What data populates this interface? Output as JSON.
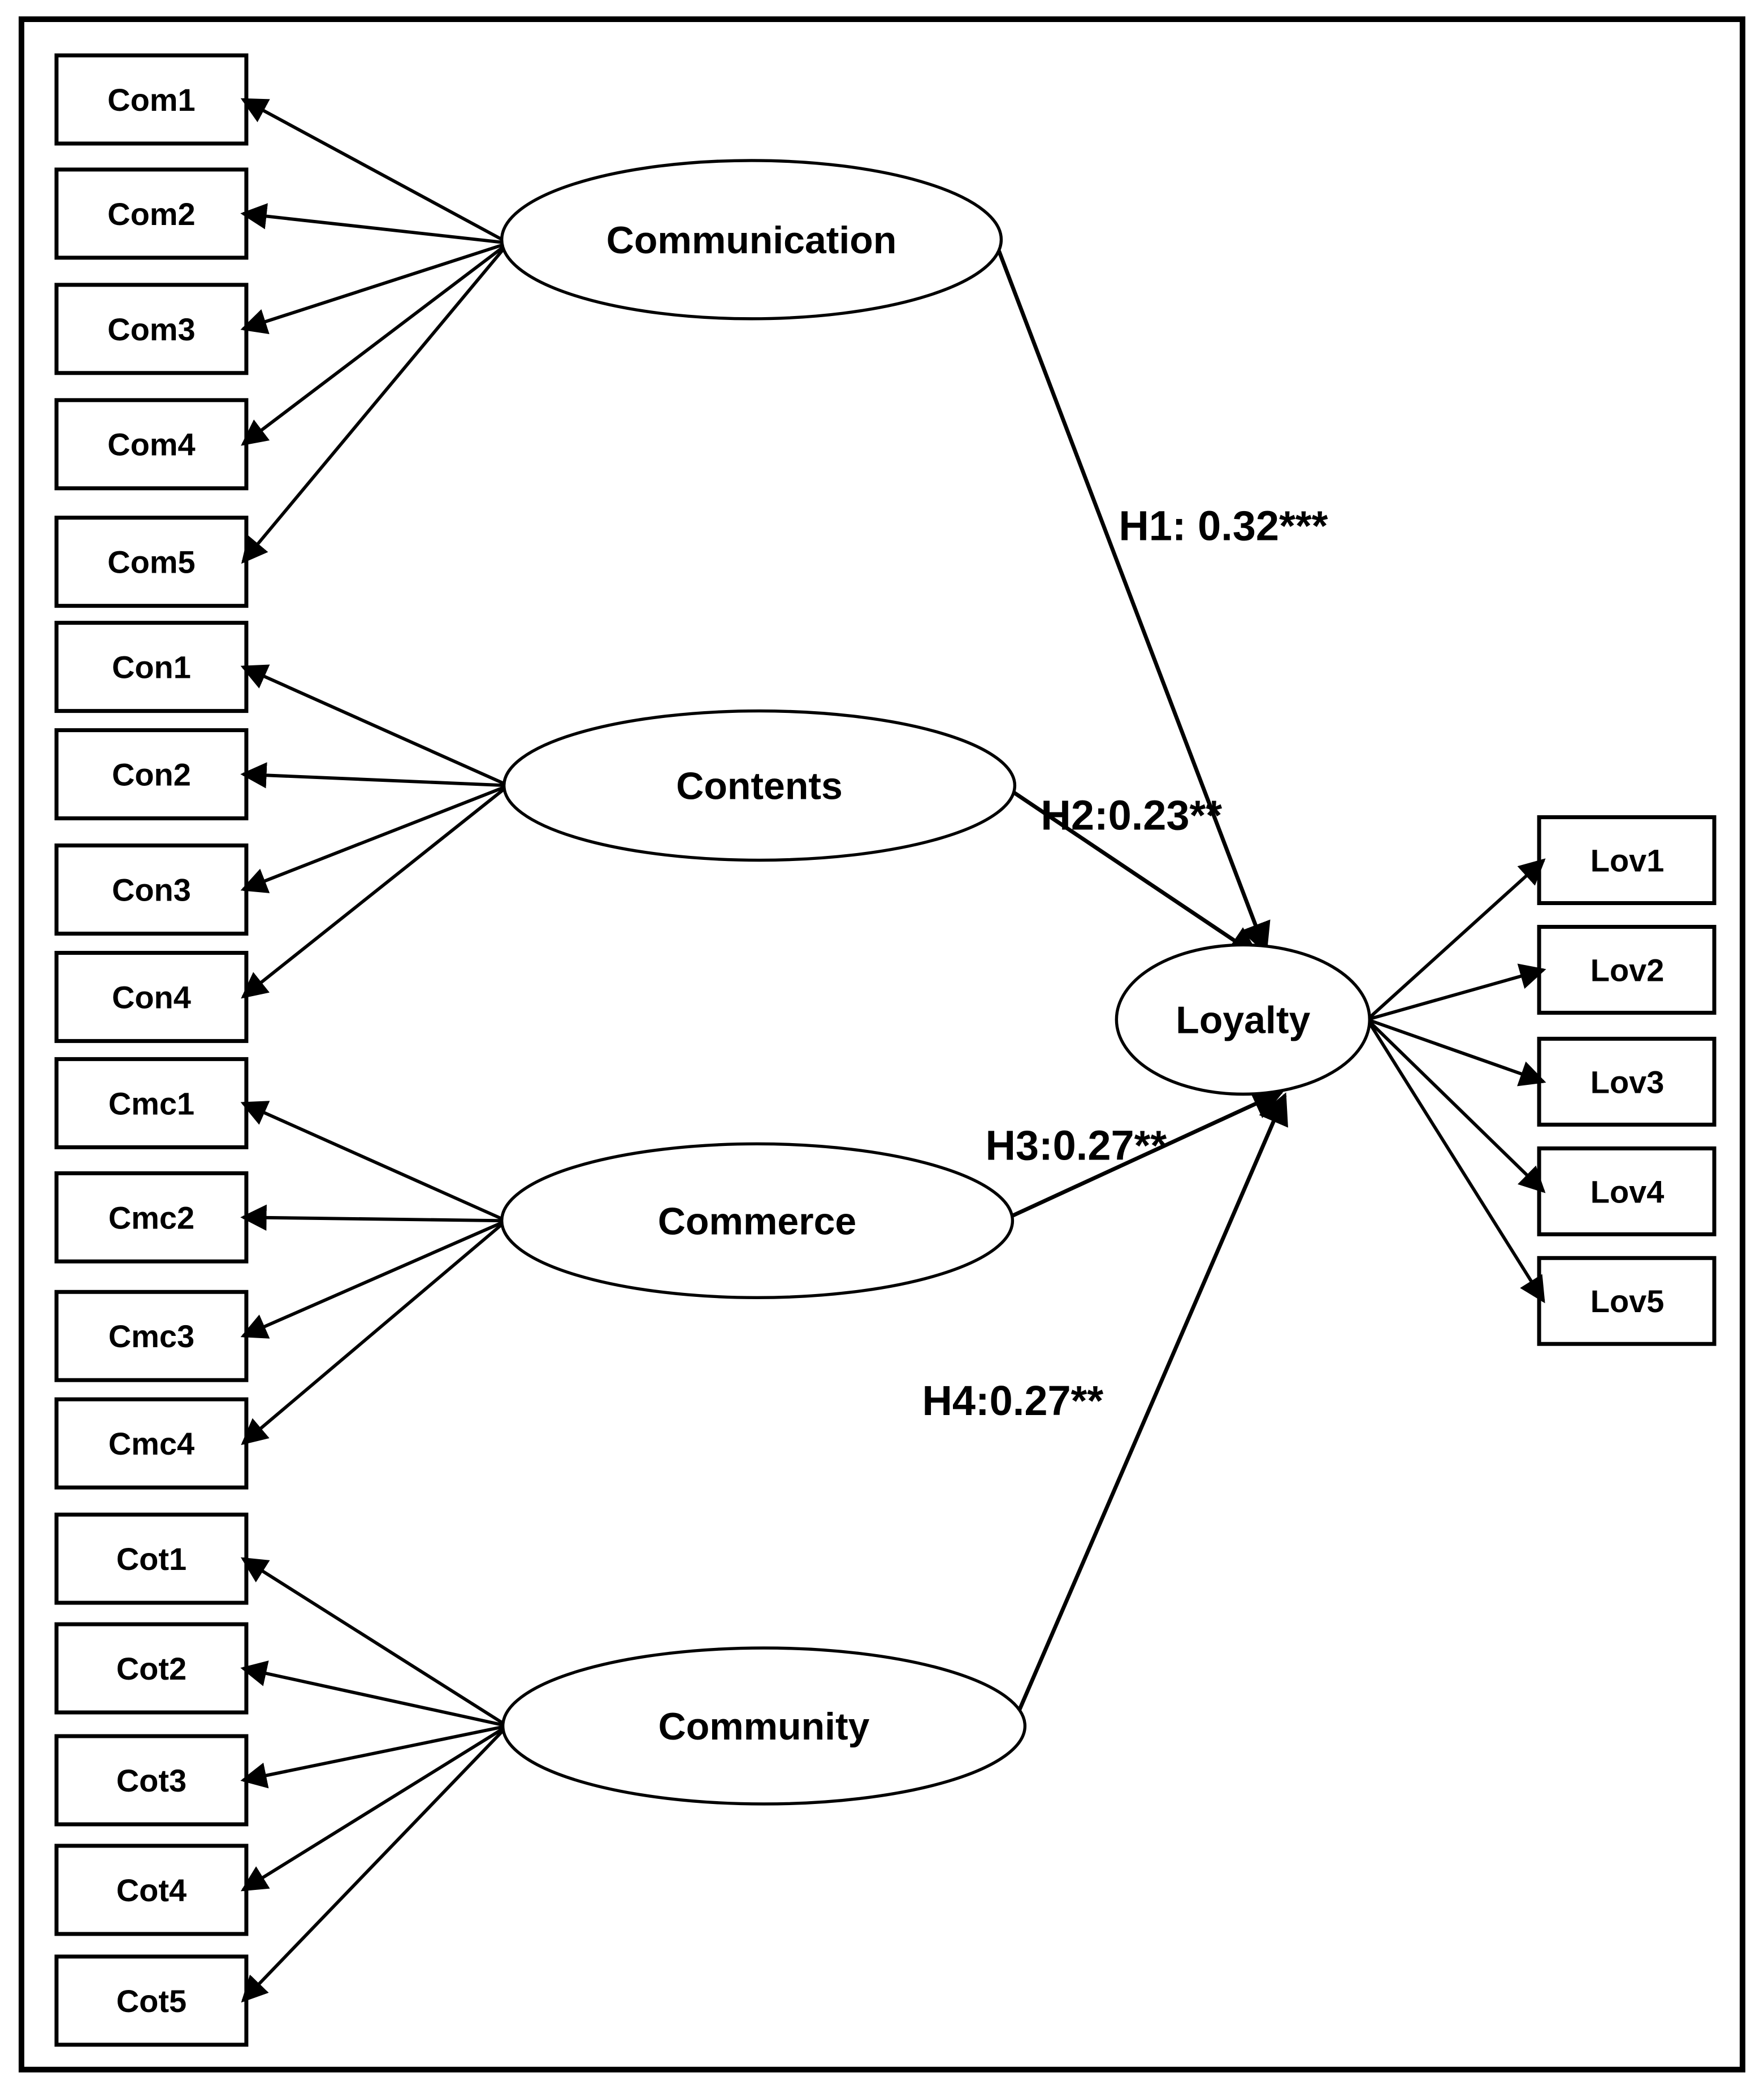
{
  "diagram_type": "structural-equation-model",
  "colors": {
    "line": "#000000",
    "text": "#000000",
    "background": "#ffffff"
  },
  "latents": {
    "communication": "Communication",
    "contents": "Contents",
    "commerce": "Commerce",
    "community": "Community",
    "loyalty": "Loyalty"
  },
  "indicators": {
    "communication": [
      "Com1",
      "Com2",
      "Com3",
      "Com4",
      "Com5"
    ],
    "contents": [
      "Con1",
      "Con2",
      "Con3",
      "Con4"
    ],
    "commerce": [
      "Cmc1",
      "Cmc2",
      "Cmc3",
      "Cmc4"
    ],
    "community": [
      "Cot1",
      "Cot2",
      "Cot3",
      "Cot4",
      "Cot5"
    ],
    "loyalty": [
      "Lov1",
      "Lov2",
      "Lov3",
      "Lov4",
      "Lov5"
    ]
  },
  "hypotheses": [
    {
      "name": "H1",
      "label": "H1: 0.32***",
      "coefficient": "0.32",
      "significance": "***",
      "from": "Communication",
      "to": "Loyalty"
    },
    {
      "name": "H2",
      "label": "H2:0.23**",
      "coefficient": "0.23",
      "significance": "**",
      "from": "Contents",
      "to": "Loyalty"
    },
    {
      "name": "H3",
      "label": "H3:0.27**",
      "coefficient": "0.27",
      "significance": "**",
      "from": "Commerce",
      "to": "Loyalty"
    },
    {
      "name": "H4",
      "label": "H4:0.27**",
      "coefficient": "0.27",
      "significance": "**",
      "from": "Community",
      "to": "Loyalty"
    }
  ]
}
